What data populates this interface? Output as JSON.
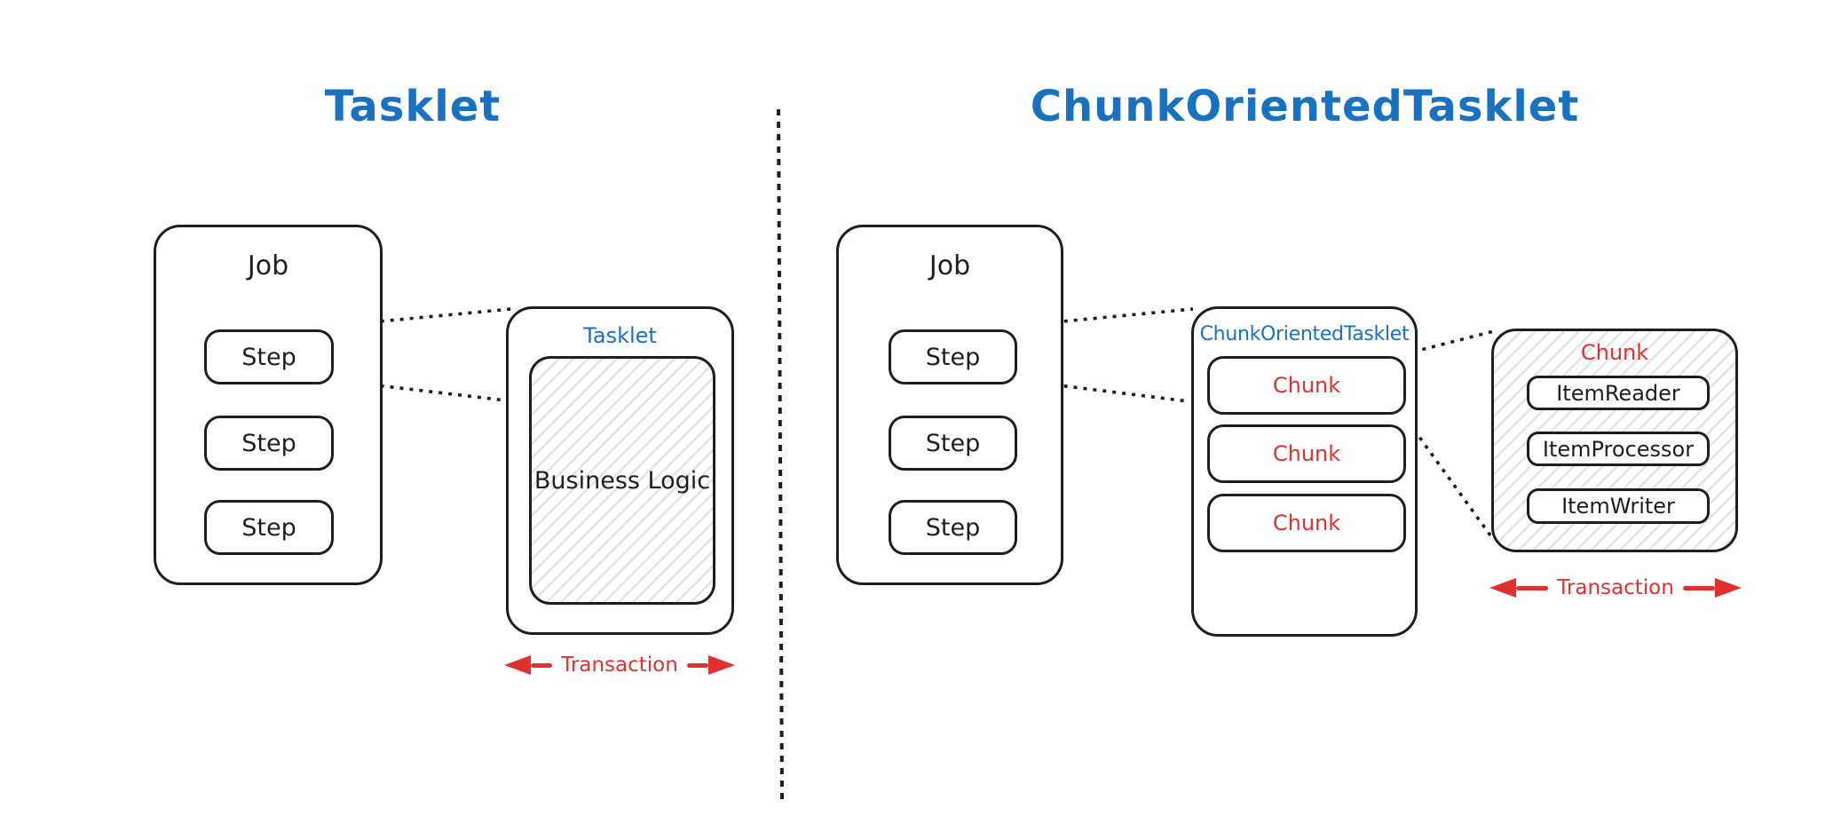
{
  "palette": {
    "ink": "#1e1e1e",
    "blue": "#1971c2",
    "red": "#e03131",
    "hatch_line": "#e2e4e9",
    "background": "#ffffff"
  },
  "left_panel": {
    "title": "Tasklet",
    "job_box": {
      "label": "Job",
      "steps": [
        "Step",
        "Step",
        "Step"
      ]
    },
    "tasklet_box": {
      "label": "Tasklet",
      "body_label": "Business Logic"
    },
    "transaction": {
      "label": "Transaction"
    }
  },
  "right_panel": {
    "title": "ChunkOrientedTasklet",
    "job_box": {
      "label": "Job",
      "steps": [
        "Step",
        "Step",
        "Step"
      ]
    },
    "chunk_tasklet_box": {
      "label": "ChunkOrientedTasklet",
      "chunks": [
        "Chunk",
        "Chunk",
        "Chunk"
      ]
    },
    "chunk_box": {
      "label": "Chunk",
      "items": [
        "ItemReader",
        "ItemProcessor",
        "ItemWriter"
      ]
    },
    "transaction": {
      "label": "Transaction"
    }
  }
}
